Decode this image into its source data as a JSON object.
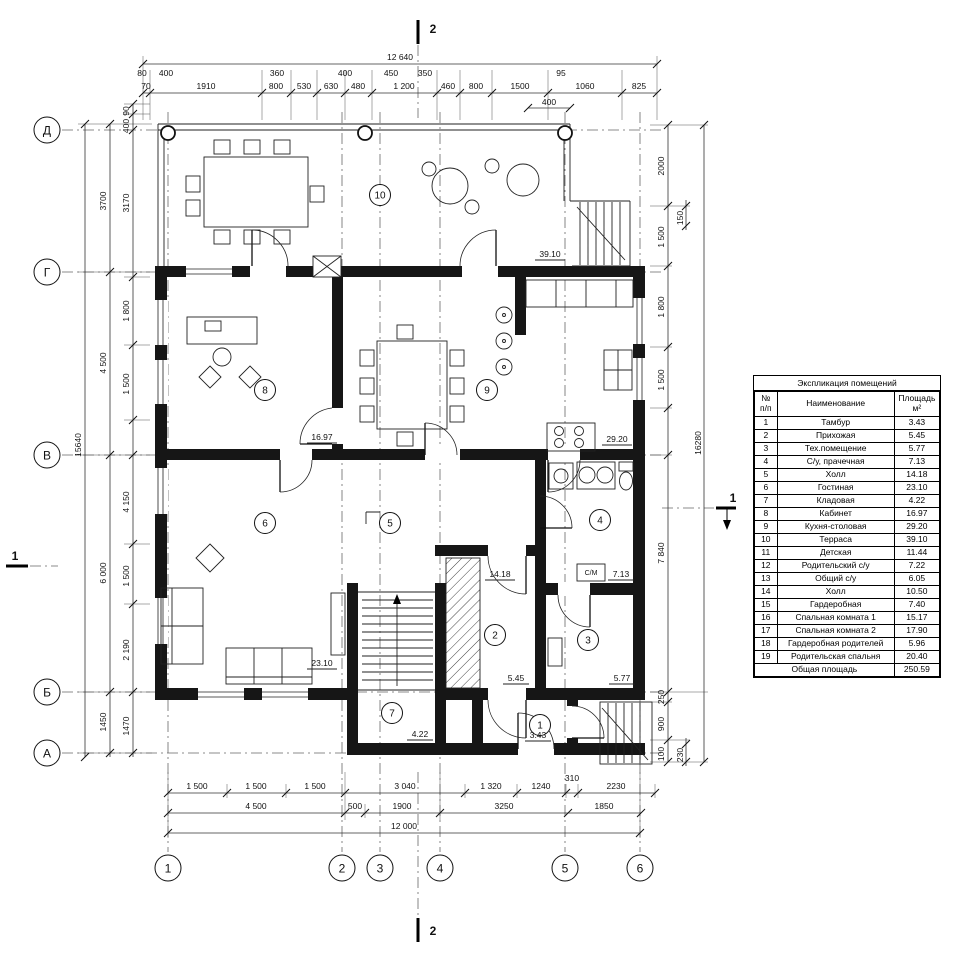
{
  "drawing": {
    "axis_letters": [
      "Д",
      "Г",
      "В",
      "Б",
      "А"
    ],
    "axis_numbers": [
      "1",
      "2",
      "3",
      "4",
      "5",
      "6"
    ],
    "section_top": "2",
    "section_bottom": "2",
    "section_left": "1",
    "section_right": "1",
    "room_numbers": [
      "1",
      "2",
      "3",
      "4",
      "5",
      "6",
      "7",
      "8",
      "9",
      "10"
    ],
    "areas": {
      "terrace": "39.10",
      "office": "16.97",
      "kitchen": "29.20",
      "hall": "14.18",
      "bath": "7.13",
      "living": "23.10",
      "entry": "5.45",
      "tech": "5.77",
      "storage": "4.22",
      "tambur": "3.43"
    },
    "sm_label": "С/М",
    "dims": {
      "top_overall": "12 640",
      "top_small": [
        "80",
        "400",
        "360",
        "400",
        "450",
        "350",
        "95"
      ],
      "top_chain": [
        "70",
        "1910",
        "800",
        "530",
        "630",
        "480",
        "1 200",
        "460",
        "800",
        "1500",
        "1060",
        "825"
      ],
      "top_extra": "400",
      "left_overall": "15640",
      "left_outer": [
        "3700",
        "4 500",
        "6 000",
        "1450"
      ],
      "left_inner": [
        "90",
        "400",
        "3170",
        "1 800",
        "1 500",
        "4 150",
        "1 500",
        "2 190",
        "1470"
      ],
      "right_overall": "16280",
      "right_chain": [
        "2000",
        "1 500",
        "1 800",
        "1 500",
        "7 840",
        "250",
        "900",
        "100"
      ],
      "right_small": [
        "150",
        "230"
      ],
      "bottom_chain1": [
        "1 500",
        "1 500",
        "1 500",
        "3 040",
        "1 320",
        "1240",
        "310",
        "2230"
      ],
      "bottom_chain2": [
        "4 500",
        "500",
        "1900",
        "3250",
        "1850"
      ],
      "bottom_overall": "12 000"
    }
  },
  "table": {
    "title": "Экспликация помещений",
    "headers": {
      "num": "№\nп/п",
      "name": "Наименование",
      "area": "Площадь\nм²"
    },
    "rows": [
      {
        "num": "1",
        "name": "Тамбур",
        "area": "3.43"
      },
      {
        "num": "2",
        "name": "Прихожая",
        "area": "5.45"
      },
      {
        "num": "3",
        "name": "Тех.помещение",
        "area": "5.77"
      },
      {
        "num": "4",
        "name": "С/у, прачечная",
        "area": "7.13"
      },
      {
        "num": "5",
        "name": "Холл",
        "area": "14.18"
      },
      {
        "num": "6",
        "name": "Гостиная",
        "area": "23.10"
      },
      {
        "num": "7",
        "name": "Кладовая",
        "area": "4.22"
      },
      {
        "num": "8",
        "name": "Кабинет",
        "area": "16.97"
      },
      {
        "num": "9",
        "name": "Кухня-столовая",
        "area": "29.20"
      },
      {
        "num": "10",
        "name": "Терраса",
        "area": "39.10"
      },
      {
        "num": "11",
        "name": "Детская",
        "area": "11.44"
      },
      {
        "num": "12",
        "name": "Родительский с/у",
        "area": "7.22"
      },
      {
        "num": "13",
        "name": "Общий с/у",
        "area": "6.05"
      },
      {
        "num": "14",
        "name": "Холл",
        "area": "10.50"
      },
      {
        "num": "15",
        "name": "Гардеробная",
        "area": "7.40"
      },
      {
        "num": "16",
        "name": "Спальная комната 1",
        "area": "15.17"
      },
      {
        "num": "17",
        "name": "Спальная комната 2",
        "area": "17.90"
      },
      {
        "num": "18",
        "name": "Гардеробная родителей",
        "area": "5.96"
      },
      {
        "num": "19",
        "name": "Родительская спальня",
        "area": "20.40"
      }
    ],
    "total_label": "Общая площадь",
    "total_value": "250.59"
  }
}
